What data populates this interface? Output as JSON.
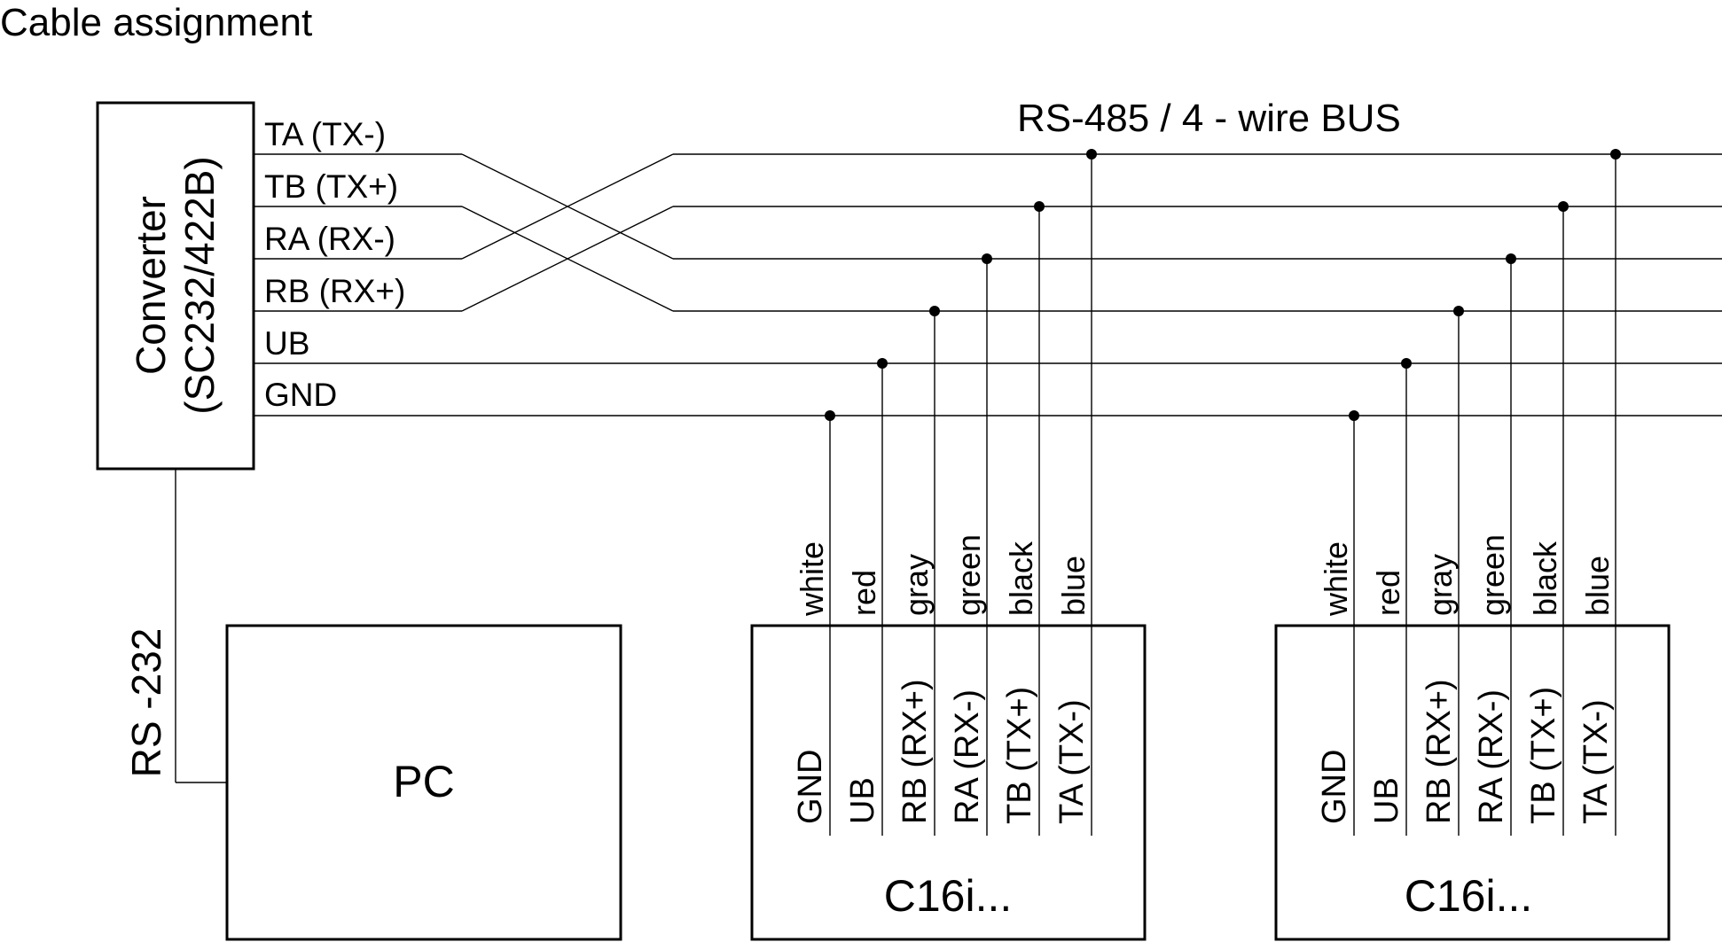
{
  "title": "Cable assignment",
  "bus_label": "RS-485 / 4 - wire BUS",
  "rs232_label": "RS -232",
  "converter": {
    "line1": "Converter",
    "line2": "(SC232/422B)",
    "pins": [
      "TA (TX-)",
      "TB (TX+)",
      "RA (RX-)",
      "RB (RX+)",
      "UB",
      "GND"
    ]
  },
  "pc": {
    "label": "PC"
  },
  "devices": [
    {
      "label": "C16i...",
      "wire_colors": [
        "white",
        "red",
        "gray",
        "green",
        "black",
        "blue"
      ],
      "pins": [
        "GND",
        "UB",
        "RB (RX+)",
        "RA (RX-)",
        "TB (TX+)",
        "TA (TX-)"
      ]
    },
    {
      "label": "C16i...",
      "wire_colors": [
        "white",
        "red",
        "gray",
        "green",
        "black",
        "blue"
      ],
      "pins": [
        "GND",
        "UB",
        "RB (RX+)",
        "RA (RX-)",
        "TB (TX+)",
        "TA (TX-)"
      ]
    }
  ]
}
